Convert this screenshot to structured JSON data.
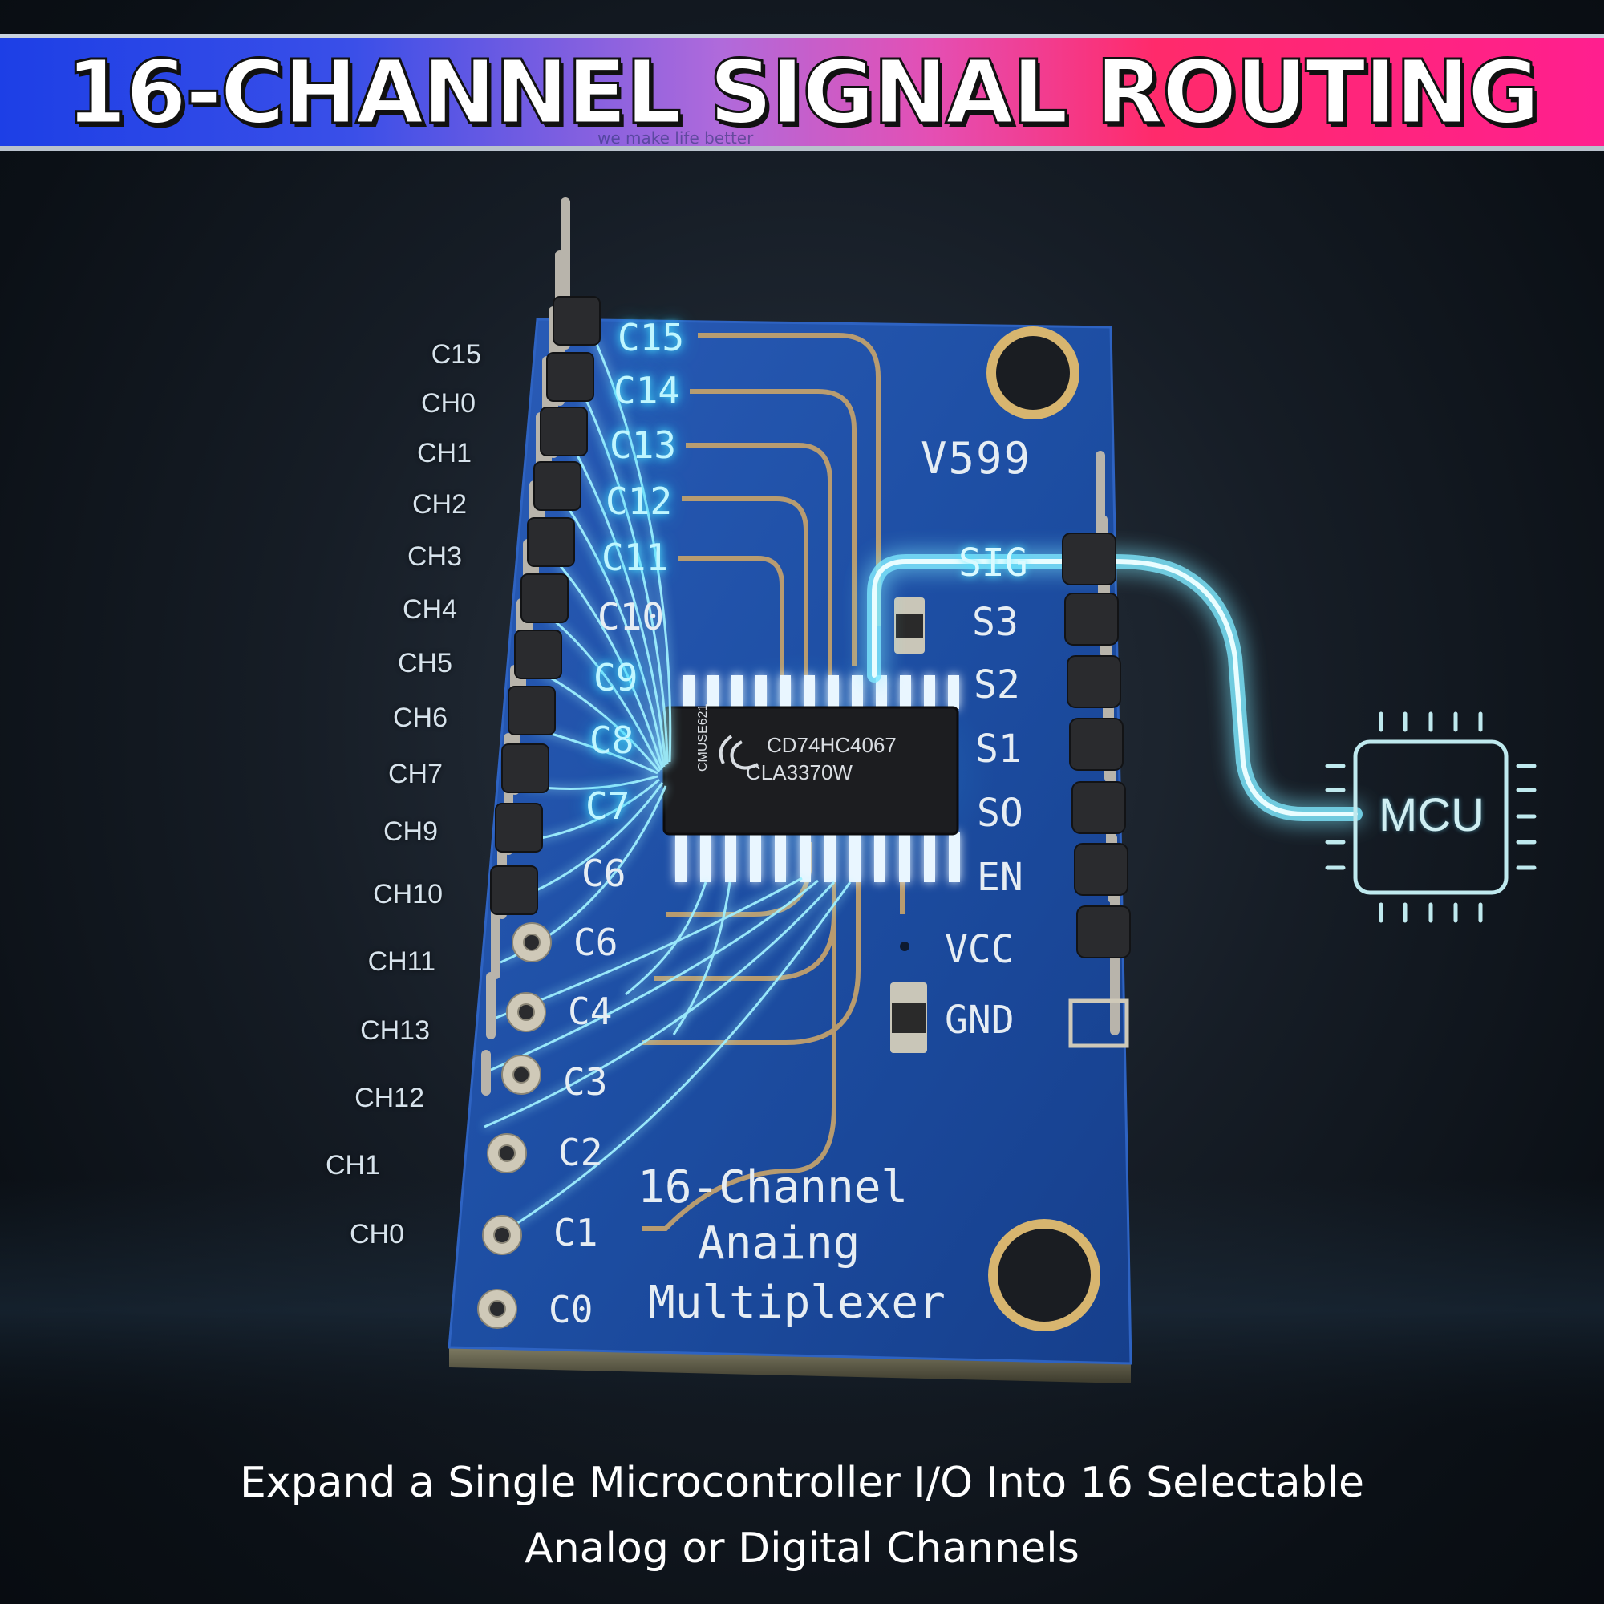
{
  "banner": {
    "title": "16-CHANNEL SIGNAL ROUTING",
    "faint_text": "we make life better"
  },
  "side_labels": [
    "C15",
    "CH0",
    "CH1",
    "CH2",
    "CH3",
    "CH4",
    "CH5",
    "CH6",
    "CH7",
    "CH9",
    "CH10",
    "CH11",
    "CH13",
    "CH12",
    "CH1",
    "CH0"
  ],
  "board": {
    "model": "V599",
    "left_pins": [
      "C15",
      "C14",
      "C13",
      "C12",
      "C11",
      "C10",
      "C9",
      "C8",
      "C7",
      "C6",
      "C6",
      "C4",
      "C3",
      "C2",
      "C1",
      "C0"
    ],
    "right_pins": [
      "SIG",
      "S3",
      "S2",
      "S1",
      "SO",
      "EN",
      "VCC",
      "GND"
    ],
    "title_lines": [
      "16-Channel",
      "Anaing",
      "Multiplexer"
    ]
  },
  "chip": {
    "part": "CD74HC4067",
    "code": "CLA3370W",
    "side_mark": "CMUSE621"
  },
  "mcu_label": "MCU",
  "caption": {
    "line1": "Expand a Single Microcontroller I/O Into 16 Selectable",
    "line2": "Analog or Digital Channels"
  },
  "colors": {
    "banner_start": "#1d3fe6",
    "banner_end": "#ff1f8f",
    "pcb": "#1c4fa6",
    "glow": "#4ee6ff",
    "trace": "#c9a46a"
  }
}
